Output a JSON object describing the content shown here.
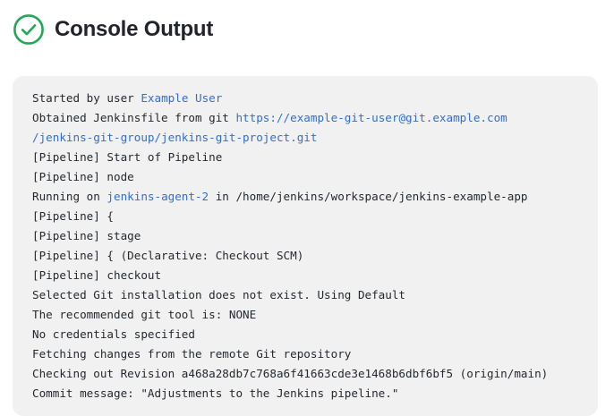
{
  "header": {
    "title": "Console Output",
    "status_icon": "check-circle-icon",
    "status_color": "#23a756"
  },
  "colors": {
    "panel_background": "#f1f1f1",
    "text": "#24292f",
    "muted_text": "#a9a9a9",
    "link": "#2f6fd0",
    "page_background": "#ffffff"
  },
  "console": {
    "lines": [
      {
        "muted": false,
        "parts": [
          {
            "text": "Started by user ",
            "type": "plain"
          },
          {
            "text": "Example User",
            "type": "link"
          }
        ]
      },
      {
        "muted": false,
        "parts": [
          {
            "text": "Obtained Jenkinsfile from git ",
            "type": "plain"
          },
          {
            "text": "https://example-git-user@git.example.com",
            "type": "link"
          }
        ]
      },
      {
        "muted": false,
        "parts": [
          {
            "text": "/jenkins-git-group/jenkins-git-project.git",
            "type": "link"
          }
        ]
      },
      {
        "muted": true,
        "parts": [
          {
            "text": "[Pipeline] Start of Pipeline",
            "type": "plain"
          }
        ]
      },
      {
        "muted": true,
        "parts": [
          {
            "text": "[Pipeline] node",
            "type": "plain"
          }
        ]
      },
      {
        "muted": false,
        "parts": [
          {
            "text": "Running on ",
            "type": "plain"
          },
          {
            "text": "jenkins-agent-2",
            "type": "link"
          },
          {
            "text": " in /home/jenkins/workspace/jenkins-example-app",
            "type": "plain"
          }
        ]
      },
      {
        "muted": true,
        "parts": [
          {
            "text": "[Pipeline] {",
            "type": "plain"
          }
        ]
      },
      {
        "muted": true,
        "parts": [
          {
            "text": "[Pipeline] stage",
            "type": "plain"
          }
        ]
      },
      {
        "muted": true,
        "parts": [
          {
            "text": "[Pipeline] { (Declarative: Checkout SCM)",
            "type": "plain"
          }
        ]
      },
      {
        "muted": true,
        "parts": [
          {
            "text": "[Pipeline] checkout",
            "type": "plain"
          }
        ]
      },
      {
        "muted": false,
        "parts": [
          {
            "text": "Selected Git installation does not exist. Using Default",
            "type": "plain"
          }
        ]
      },
      {
        "muted": false,
        "parts": [
          {
            "text": "The recommended git tool is: NONE",
            "type": "plain"
          }
        ]
      },
      {
        "muted": false,
        "parts": [
          {
            "text": "No credentials specified",
            "type": "plain"
          }
        ]
      },
      {
        "muted": false,
        "parts": [
          {
            "text": "Fetching changes from the remote Git repository",
            "type": "plain"
          }
        ]
      },
      {
        "muted": false,
        "parts": [
          {
            "text": "Checking out Revision a468a28db7c768a6f41663cde3e1468b6dbf6bf5 (origin/main)",
            "type": "plain"
          }
        ]
      },
      {
        "muted": false,
        "parts": [
          {
            "text": "Commit message: \"Adjustments to the Jenkins pipeline.\"",
            "type": "plain"
          }
        ]
      }
    ]
  }
}
